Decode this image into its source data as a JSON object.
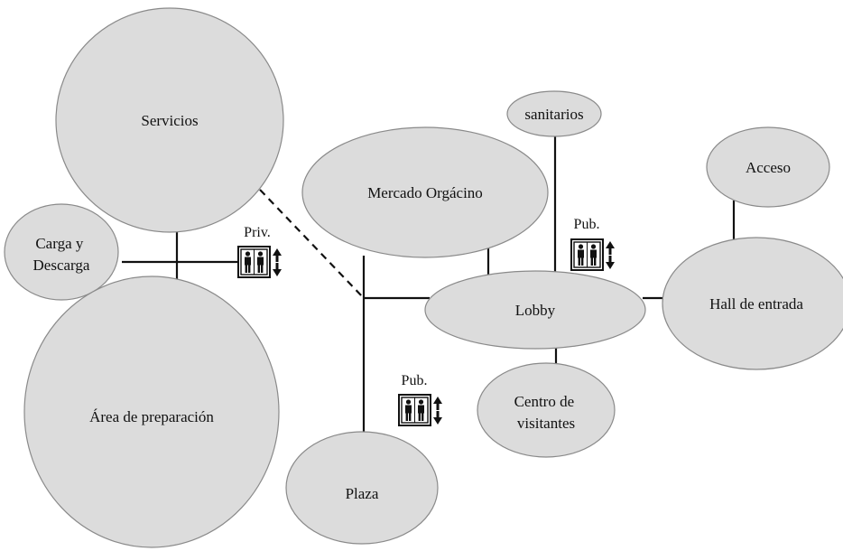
{
  "diagram": {
    "nodes": {
      "servicios": {
        "lines": [
          "Servicios"
        ]
      },
      "carga": {
        "lines": [
          "Carga y",
          "Descarga"
        ]
      },
      "area": {
        "lines": [
          "Área de preparación"
        ]
      },
      "mercado": {
        "lines": [
          "Mercado Orgácino"
        ]
      },
      "sanitarios": {
        "lines": [
          "sanitarios"
        ]
      },
      "acceso": {
        "lines": [
          "Acceso"
        ]
      },
      "hall": {
        "lines": [
          "Hall de entrada"
        ]
      },
      "lobby": {
        "lines": [
          "Lobby"
        ]
      },
      "centro": {
        "lines": [
          "Centro de",
          "visitantes"
        ]
      },
      "plaza": {
        "lines": [
          "Plaza"
        ]
      }
    },
    "elevators": {
      "priv": {
        "label": "Priv.",
        "icon": "elevator-icon"
      },
      "pub_top": {
        "label": "Pub.",
        "icon": "elevator-icon"
      },
      "pub_bottom": {
        "label": "Pub.",
        "icon": "elevator-icon"
      }
    },
    "colors": {
      "node_fill": "#dcdcdc",
      "node_stroke": "#8a8a8a",
      "line": "#111111"
    }
  }
}
